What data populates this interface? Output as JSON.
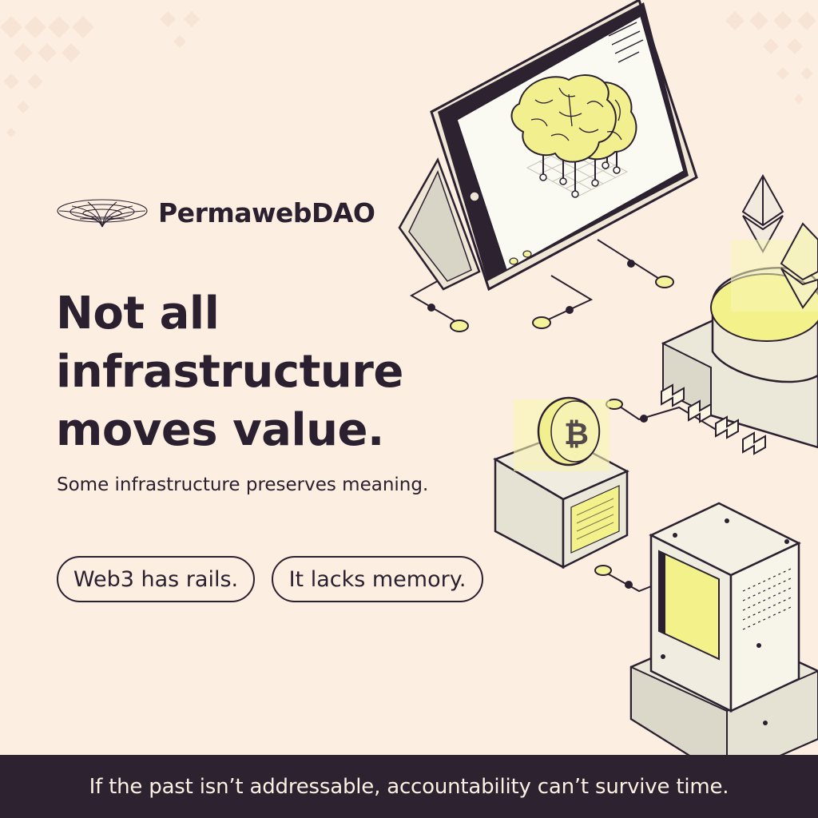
{
  "brand": {
    "name": "PermawebDAO",
    "logo_icon": "wormhole-grid-icon"
  },
  "headline": [
    "Not all",
    "infrastructure",
    "moves value."
  ],
  "subhead": "Some infrastructure preserves meaning.",
  "pills": [
    "Web3 has rails.",
    "It lacks memory."
  ],
  "footer": {
    "text": "If the past isn’t addressable, accountability can’t survive time."
  },
  "illustration": {
    "icons": [
      "tablet-brain-icon",
      "ethereum-diamond-icon",
      "chip-pedestal-icon",
      "bitcoin-coin-box-icon",
      "server-tower-icon"
    ]
  },
  "colors": {
    "background": "#fcefe1",
    "text": "#2a2030",
    "accent_yellow": "#f4f39a",
    "footer_bg": "#2d2230",
    "footer_text": "#fdf1e3"
  }
}
